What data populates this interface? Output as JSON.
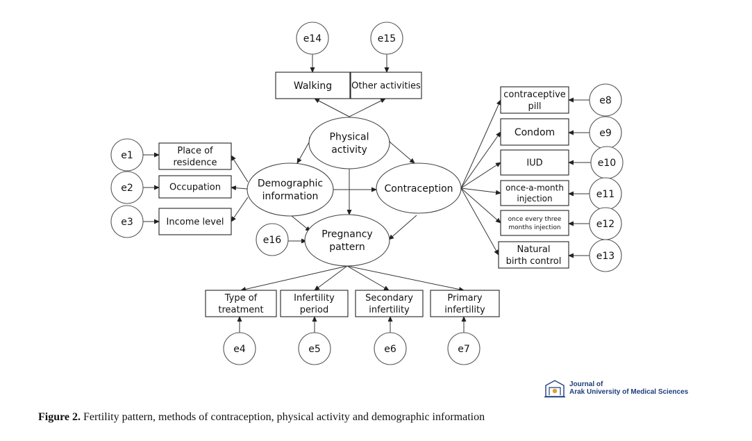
{
  "diagram": {
    "latent": {
      "physical": [
        "Physical",
        "activity"
      ],
      "demographic": [
        "Demographic",
        "information"
      ],
      "contraception": [
        "Contraception"
      ],
      "pregnancy": [
        "Pregnancy",
        "pattern"
      ]
    },
    "indicators": {
      "walking": [
        "Walking"
      ],
      "other_activities": [
        "Other activities"
      ],
      "place_of_residence": [
        "Place of",
        "residence"
      ],
      "occupation": [
        "Occupation"
      ],
      "income_level": [
        "Income level"
      ],
      "contraceptive_pill": [
        "contraceptive",
        "pill"
      ],
      "condom": [
        "Condom"
      ],
      "iud": [
        "IUD"
      ],
      "once_a_month": [
        "once-a-month",
        "injection"
      ],
      "once_every_three": [
        "once every three",
        "months injection"
      ],
      "natural_birth_control": [
        "Natural",
        "birth control"
      ],
      "type_of_treatment": [
        "Type of",
        "treatment"
      ],
      "infertility_period": [
        "Infertility",
        "period"
      ],
      "secondary_infertility": [
        "Secondary",
        "infertility"
      ],
      "primary_infertility": [
        "Primary",
        "infertility"
      ]
    },
    "errors": {
      "e1": "e1",
      "e2": "e2",
      "e3": "e3",
      "e4": "e4",
      "e5": "e5",
      "e6": "e6",
      "e7": "e7",
      "e8": "e8",
      "e9": "e9",
      "e10": "e10",
      "e11": "e11",
      "e12": "e12",
      "e13": "e13",
      "e14": "e14",
      "e15": "e15",
      "e16": "e16"
    }
  },
  "logo": {
    "line1": "Journal of",
    "line2": "Arak University of Medical Sciences"
  },
  "caption": {
    "label": "Figure 2.",
    "text": "Fertility pattern, methods of contraception, physical activity and demographic information"
  }
}
